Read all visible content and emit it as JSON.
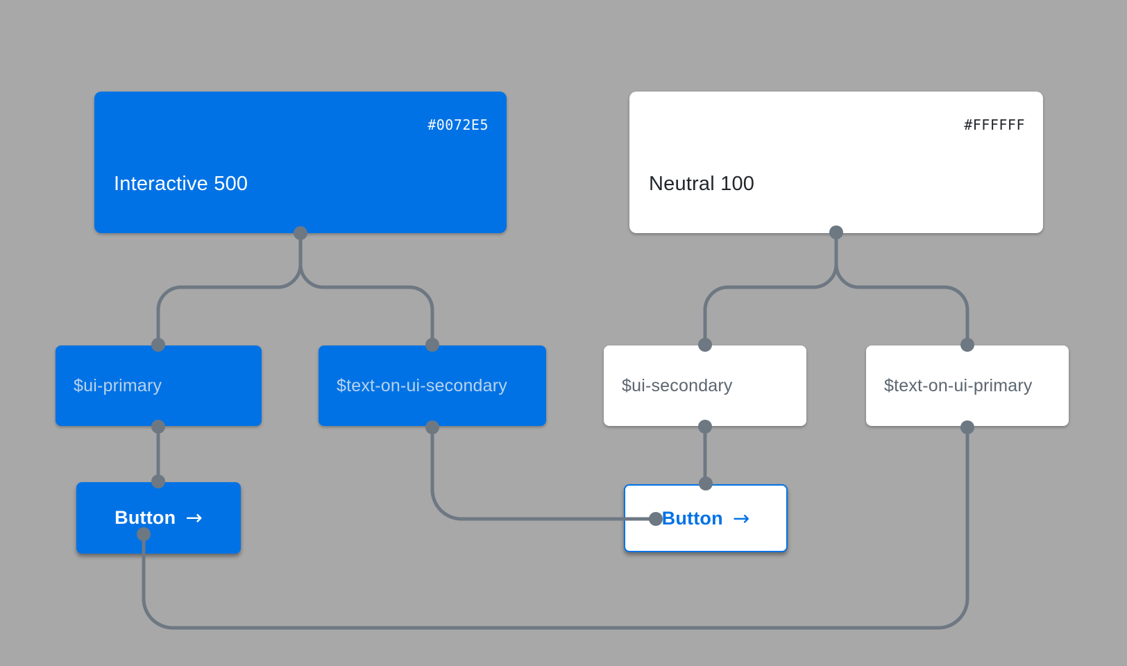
{
  "diagram": {
    "type": "design-token-mapping",
    "colors": {
      "background": "#A8A8A8",
      "interactive_blue": "#0072E5",
      "neutral_white": "#FFFFFF",
      "connector": "#6E7883",
      "blue_node_text": "#B9D2EC",
      "white_node_text": "#5C6670",
      "dark_text": "#23272C"
    },
    "cards": {
      "interactive": {
        "title": "Interactive 500",
        "hex": "#0072E5"
      },
      "neutral": {
        "title": "Neutral 100",
        "hex": "#FFFFFF"
      }
    },
    "tokens": {
      "ui_primary": {
        "label": "$ui-primary"
      },
      "text_on_ui_secondary": {
        "label": "$text-on-ui-secondary"
      },
      "ui_secondary": {
        "label": "$ui-secondary"
      },
      "text_on_ui_primary": {
        "label": "$text-on-ui-primary"
      }
    },
    "buttons": {
      "primary": {
        "label": "Button",
        "arrow": "→"
      },
      "secondary": {
        "label": "Button",
        "arrow": "→"
      }
    },
    "edges": [
      {
        "from": "Interactive 500",
        "to": "$ui-primary"
      },
      {
        "from": "Interactive 500",
        "to": "$text-on-ui-secondary"
      },
      {
        "from": "Neutral 100",
        "to": "$ui-secondary"
      },
      {
        "from": "Neutral 100",
        "to": "$text-on-ui-primary"
      },
      {
        "from": "$ui-primary",
        "to": "primary button background"
      },
      {
        "from": "$text-on-ui-secondary",
        "to": "secondary button text"
      },
      {
        "from": "$ui-secondary",
        "to": "secondary button background"
      },
      {
        "from": "$text-on-ui-primary",
        "to": "primary button text"
      }
    ]
  }
}
